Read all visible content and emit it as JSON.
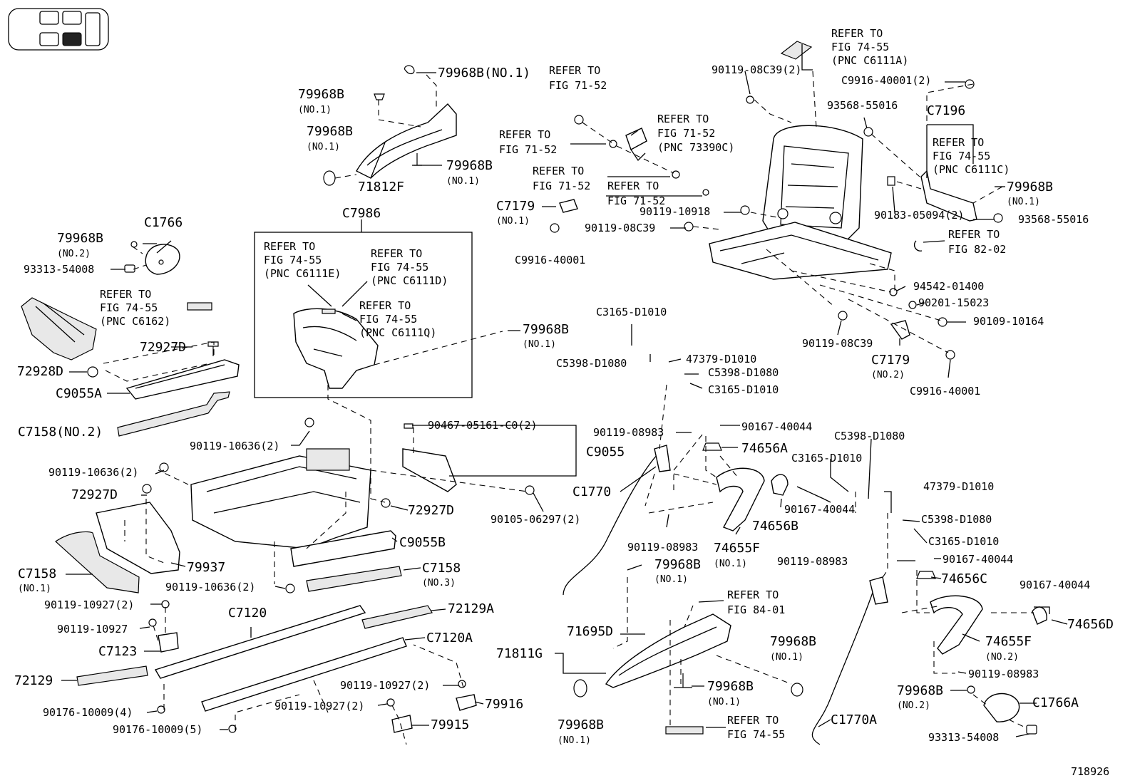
{
  "diagram_id": "718926",
  "callouts": [
    {
      "id": "79968B-no1-a",
      "lines": [
        "79968B(NO.1)"
      ]
    },
    {
      "id": "79968B-no1-b",
      "lines": [
        "79968B",
        "(NO.1)"
      ]
    },
    {
      "id": "79968B-no1-c",
      "lines": [
        "79968B",
        "(NO.1)"
      ]
    },
    {
      "id": "79968B-no1-d",
      "lines": [
        "79968B",
        "(NO.1)"
      ]
    },
    {
      "id": "71812F",
      "lines": [
        "71812F"
      ]
    },
    {
      "id": "C1766",
      "lines": [
        "C1766"
      ]
    },
    {
      "id": "79968B-no2-a",
      "lines": [
        "79968B",
        "(NO.2)"
      ]
    },
    {
      "id": "93313-54008-a",
      "lines": [
        "93313-54008"
      ]
    },
    {
      "id": "ref-c6162",
      "lines": [
        "REFER TO",
        "FIG 74-55",
        "(PNC C6162)"
      ]
    },
    {
      "id": "72927D-a",
      "lines": [
        "72927D"
      ]
    },
    {
      "id": "72928D",
      "lines": [
        "72928D"
      ]
    },
    {
      "id": "C9055A",
      "lines": [
        "C9055A"
      ]
    },
    {
      "id": "C7158-no2",
      "lines": [
        "C7158(NO.2)"
      ]
    },
    {
      "id": "C7986",
      "lines": [
        "C7986"
      ]
    },
    {
      "id": "ref-c6111e",
      "lines": [
        "REFER TO",
        "FIG 74-55",
        "(PNC C6111E)"
      ]
    },
    {
      "id": "ref-c6111d",
      "lines": [
        "REFER TO",
        "FIG 74-55",
        "(PNC C6111D)"
      ]
    },
    {
      "id": "ref-c6111q",
      "lines": [
        "REFER TO",
        "FIG 74-55",
        "(PNC C6111Q)"
      ]
    },
    {
      "id": "79968B-no1-e",
      "lines": [
        "79968B",
        "(NO.1)"
      ]
    },
    {
      "id": "ref-71-52-a",
      "lines": [
        "REFER TO",
        "FIG 71-52"
      ]
    },
    {
      "id": "ref-71-52-b",
      "lines": [
        "REFER TO",
        "FIG 71-52"
      ]
    },
    {
      "id": "ref-71-52-pnc",
      "lines": [
        "REFER TO",
        "FIG 71-52",
        "(PNC 73390C)"
      ]
    },
    {
      "id": "ref-71-52-c",
      "lines": [
        "REFER TO",
        "FIG 71-52"
      ]
    },
    {
      "id": "ref-71-52-d",
      "lines": [
        "REFER TO",
        "FIG 71-52"
      ]
    },
    {
      "id": "C7179-no1",
      "lines": [
        "C7179",
        "(NO.1)"
      ]
    },
    {
      "id": "C9916-40001-a",
      "lines": [
        "C9916-40001"
      ]
    },
    {
      "id": "90119-10918",
      "lines": [
        "90119-10918"
      ]
    },
    {
      "id": "90119-08C39-a",
      "lines": [
        "90119-08C39"
      ]
    },
    {
      "id": "90119-08C39-2",
      "lines": [
        "90119-08C39(2)"
      ]
    },
    {
      "id": "ref-c6111a",
      "lines": [
        "REFER TO",
        "FIG 74-55",
        "(PNC C6111A)"
      ]
    },
    {
      "id": "C9916-40001-2",
      "lines": [
        "C9916-40001(2)"
      ]
    },
    {
      "id": "93568-55016-a",
      "lines": [
        "93568-55016"
      ]
    },
    {
      "id": "C7196",
      "lines": [
        "C7196"
      ]
    },
    {
      "id": "ref-c6111c",
      "lines": [
        "REFER TO",
        "FIG 74-55",
        "(PNC C6111C)"
      ]
    },
    {
      "id": "79968B-no1-f",
      "lines": [
        "79968B",
        "(NO.1)"
      ]
    },
    {
      "id": "90183-05094",
      "lines": [
        "90183-05094(2)"
      ]
    },
    {
      "id": "93568-55016-b",
      "lines": [
        "93568-55016"
      ]
    },
    {
      "id": "ref-82-02",
      "lines": [
        "REFER TO",
        "FIG 82-02"
      ]
    },
    {
      "id": "94542-01400",
      "lines": [
        "94542-01400"
      ]
    },
    {
      "id": "90201-15023",
      "lines": [
        "90201-15023"
      ]
    },
    {
      "id": "90109-10164",
      "lines": [
        "90109-10164"
      ]
    },
    {
      "id": "90119-08C39-b",
      "lines": [
        "90119-08C39"
      ]
    },
    {
      "id": "C7179-no2",
      "lines": [
        "C7179",
        "(NO.2)"
      ]
    },
    {
      "id": "C9916-40001-b",
      "lines": [
        "C9916-40001"
      ]
    },
    {
      "id": "C3165-D1010-a",
      "lines": [
        "C3165-D1010"
      ]
    },
    {
      "id": "C5398-D1080-a",
      "lines": [
        "C5398-D1080"
      ]
    },
    {
      "id": "47379-D1010-a",
      "lines": [
        "47379-D1010"
      ]
    },
    {
      "id": "C5398-D1080-b",
      "lines": [
        "C5398-D1080"
      ]
    },
    {
      "id": "C3165-D1010-b",
      "lines": [
        "C3165-D1010"
      ]
    },
    {
      "id": "90119-10636-2a",
      "lines": [
        "90119-10636(2)"
      ]
    },
    {
      "id": "90467-05161",
      "lines": [
        "90467-05161-C0(2)"
      ]
    },
    {
      "id": "C9055",
      "lines": [
        "C9055"
      ]
    },
    {
      "id": "90119-10636-2b",
      "lines": [
        "90119-10636(2)"
      ]
    },
    {
      "id": "72927D-b",
      "lines": [
        "72927D"
      ]
    },
    {
      "id": "72927D-c",
      "lines": [
        "72927D"
      ]
    },
    {
      "id": "90105-06297",
      "lines": [
        "90105-06297(2)"
      ]
    },
    {
      "id": "C9055B",
      "lines": [
        "C9055B"
      ]
    },
    {
      "id": "C7158-no1",
      "lines": [
        "C7158",
        "(NO.1)"
      ]
    },
    {
      "id": "79937",
      "lines": [
        "79937"
      ]
    },
    {
      "id": "90119-10636-2c",
      "lines": [
        "90119-10636(2)"
      ]
    },
    {
      "id": "C7158-no3",
      "lines": [
        "C7158",
        "(NO.3)"
      ]
    },
    {
      "id": "90119-10927-2a",
      "lines": [
        "90119-10927(2)"
      ]
    },
    {
      "id": "90119-10927-a",
      "lines": [
        "90119-10927"
      ]
    },
    {
      "id": "C7120",
      "lines": [
        "C7120"
      ]
    },
    {
      "id": "72129A",
      "lines": [
        "72129A"
      ]
    },
    {
      "id": "C7123",
      "lines": [
        "C7123"
      ]
    },
    {
      "id": "C7120A",
      "lines": [
        "C7120A"
      ]
    },
    {
      "id": "72129",
      "lines": [
        "72129"
      ]
    },
    {
      "id": "90119-10927-2b",
      "lines": [
        "90119-10927(2)"
      ]
    },
    {
      "id": "90119-10927-2c",
      "lines": [
        "90119-10927(2)"
      ]
    },
    {
      "id": "79916",
      "lines": [
        "79916"
      ]
    },
    {
      "id": "90176-10009-4",
      "lines": [
        "90176-10009(4)"
      ]
    },
    {
      "id": "79915",
      "lines": [
        "79915"
      ]
    },
    {
      "id": "90176-10009-5",
      "lines": [
        "90176-10009(5)"
      ]
    },
    {
      "id": "90119-08983-a",
      "lines": [
        "90119-08983"
      ]
    },
    {
      "id": "90167-40044-a",
      "lines": [
        "90167-40044"
      ]
    },
    {
      "id": "74656A",
      "lines": [
        "74656A"
      ]
    },
    {
      "id": "C1770",
      "lines": [
        "C1770"
      ]
    },
    {
      "id": "90119-08983-b",
      "lines": [
        "90119-08983"
      ]
    },
    {
      "id": "74655F-no1",
      "lines": [
        "74655F",
        "(NO.1)"
      ]
    },
    {
      "id": "C3165-D1010-c",
      "lines": [
        "C3165-D1010"
      ]
    },
    {
      "id": "C5398-D1080-c",
      "lines": [
        "C5398-D1080"
      ]
    },
    {
      "id": "90167-40044-b",
      "lines": [
        "90167-40044"
      ]
    },
    {
      "id": "74656B",
      "lines": [
        "74656B"
      ]
    },
    {
      "id": "47379-D1010-b",
      "lines": [
        "47379-D1010"
      ]
    },
    {
      "id": "C5398-D1080-d",
      "lines": [
        "C5398-D1080"
      ]
    },
    {
      "id": "C3165-D1010-d",
      "lines": [
        "C3165-D1010"
      ]
    },
    {
      "id": "90119-08983-c",
      "lines": [
        "90119-08983"
      ]
    },
    {
      "id": "90167-40044-c",
      "lines": [
        "90167-40044"
      ]
    },
    {
      "id": "74656C",
      "lines": [
        "74656C"
      ]
    },
    {
      "id": "90167-40044-d",
      "lines": [
        "90167-40044"
      ]
    },
    {
      "id": "74656D",
      "lines": [
        "74656D"
      ]
    },
    {
      "id": "74655F-no2",
      "lines": [
        "74655F",
        "(NO.2)"
      ]
    },
    {
      "id": "90119-08983-d",
      "lines": [
        "90119-08983"
      ]
    },
    {
      "id": "79968B-no1-g",
      "lines": [
        "79968B",
        "(NO.1)"
      ]
    },
    {
      "id": "ref-84-01",
      "lines": [
        "REFER TO",
        "FIG 84-01"
      ]
    },
    {
      "id": "71695D",
      "lines": [
        "71695D"
      ]
    },
    {
      "id": "71811G",
      "lines": [
        "71811G"
      ]
    },
    {
      "id": "79968B-no1-h",
      "lines": [
        "79968B",
        "(NO.1)"
      ]
    },
    {
      "id": "79968B-no1-i",
      "lines": [
        "79968B",
        "(NO.1)"
      ]
    },
    {
      "id": "79968B-no1-j",
      "lines": [
        "79968B",
        "(NO.1)"
      ]
    },
    {
      "id": "ref-74-55-b",
      "lines": [
        "REFER TO",
        "FIG 74-55"
      ]
    },
    {
      "id": "C1770A",
      "lines": [
        "C1770A"
      ]
    },
    {
      "id": "79968B-no2-b",
      "lines": [
        "79968B",
        "(NO.2)"
      ]
    },
    {
      "id": "C1766A",
      "lines": [
        "C1766A"
      ]
    },
    {
      "id": "93313-54008-b",
      "lines": [
        "93313-54008"
      ]
    }
  ]
}
